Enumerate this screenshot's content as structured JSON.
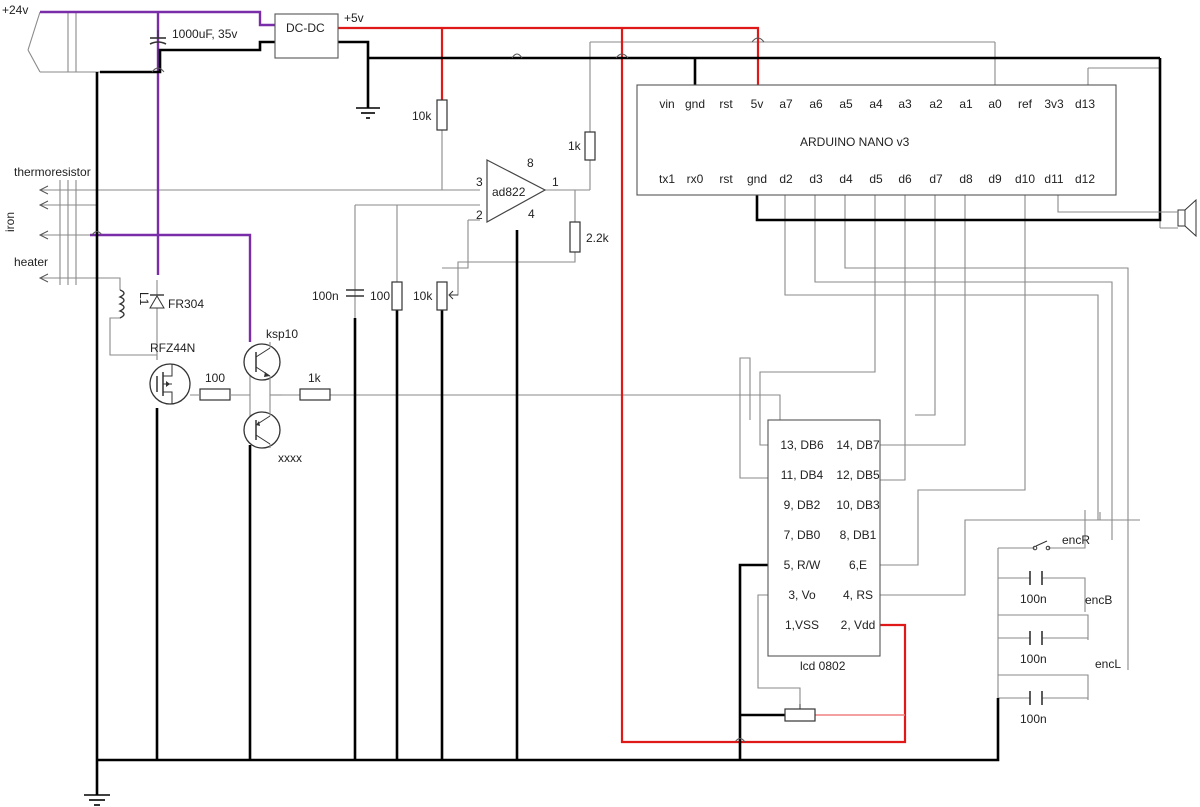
{
  "power": {
    "input_label": "+24v",
    "cap_label": "1000uF, 35v",
    "converter_label": "DC-DC",
    "rail_label": "+5v"
  },
  "connectors": {
    "thermo_label": "thermoresistor",
    "iron_label": "iron",
    "heater_label": "heater"
  },
  "opamp": {
    "label": "ad822",
    "pins": [
      "8",
      "3",
      "1",
      "2",
      "4"
    ]
  },
  "resistors": {
    "r_10k_pullup": "10k",
    "r_1k_fb": "1k",
    "r_2k2": "2.2k",
    "r_100n_cap": "100n",
    "r_100": "100",
    "r_10k_pot": "10k",
    "r_gate": "100",
    "r_base": "1k"
  },
  "driver": {
    "inductor_label": "L1",
    "diode_label": "FR304",
    "mosfet_label": "RFZ44N",
    "npn_label": "ksp10",
    "pnp_label": "xxxx"
  },
  "arduino": {
    "title": "ARDUINO NANO v3",
    "top_pins": [
      "vin",
      "gnd",
      "rst",
      "5v",
      "a7",
      "a6",
      "a5",
      "a4",
      "a3",
      "a2",
      "a1",
      "a0",
      "ref",
      "3v3",
      "d13"
    ],
    "bottom_pins": [
      "tx1",
      "rx0",
      "rst",
      "gnd",
      "d2",
      "d3",
      "d4",
      "d5",
      "d6",
      "d7",
      "d8",
      "d9",
      "d10",
      "d11",
      "d12"
    ]
  },
  "lcd": {
    "title": "lcd 0802",
    "left_pins": [
      "13, DB6",
      "11, DB4",
      "9, DB2",
      "7, DB0",
      "5, R/W",
      "3, Vo",
      "1,VSS"
    ],
    "right_pins": [
      "14, DB7",
      "12, DB5",
      "10, DB3",
      "8, DB1",
      "6,E",
      "4, RS",
      "2, Vdd"
    ]
  },
  "encoder": {
    "labels": [
      "encR",
      "encB",
      "encL"
    ],
    "cap_labels": [
      "100n",
      "100n",
      "100n"
    ]
  },
  "colors": {
    "gnd_wire": "#000000",
    "vcc_wire": "#e01818",
    "power24_wire": "#7a2da8",
    "signal_wire": "#8a8a8a"
  }
}
